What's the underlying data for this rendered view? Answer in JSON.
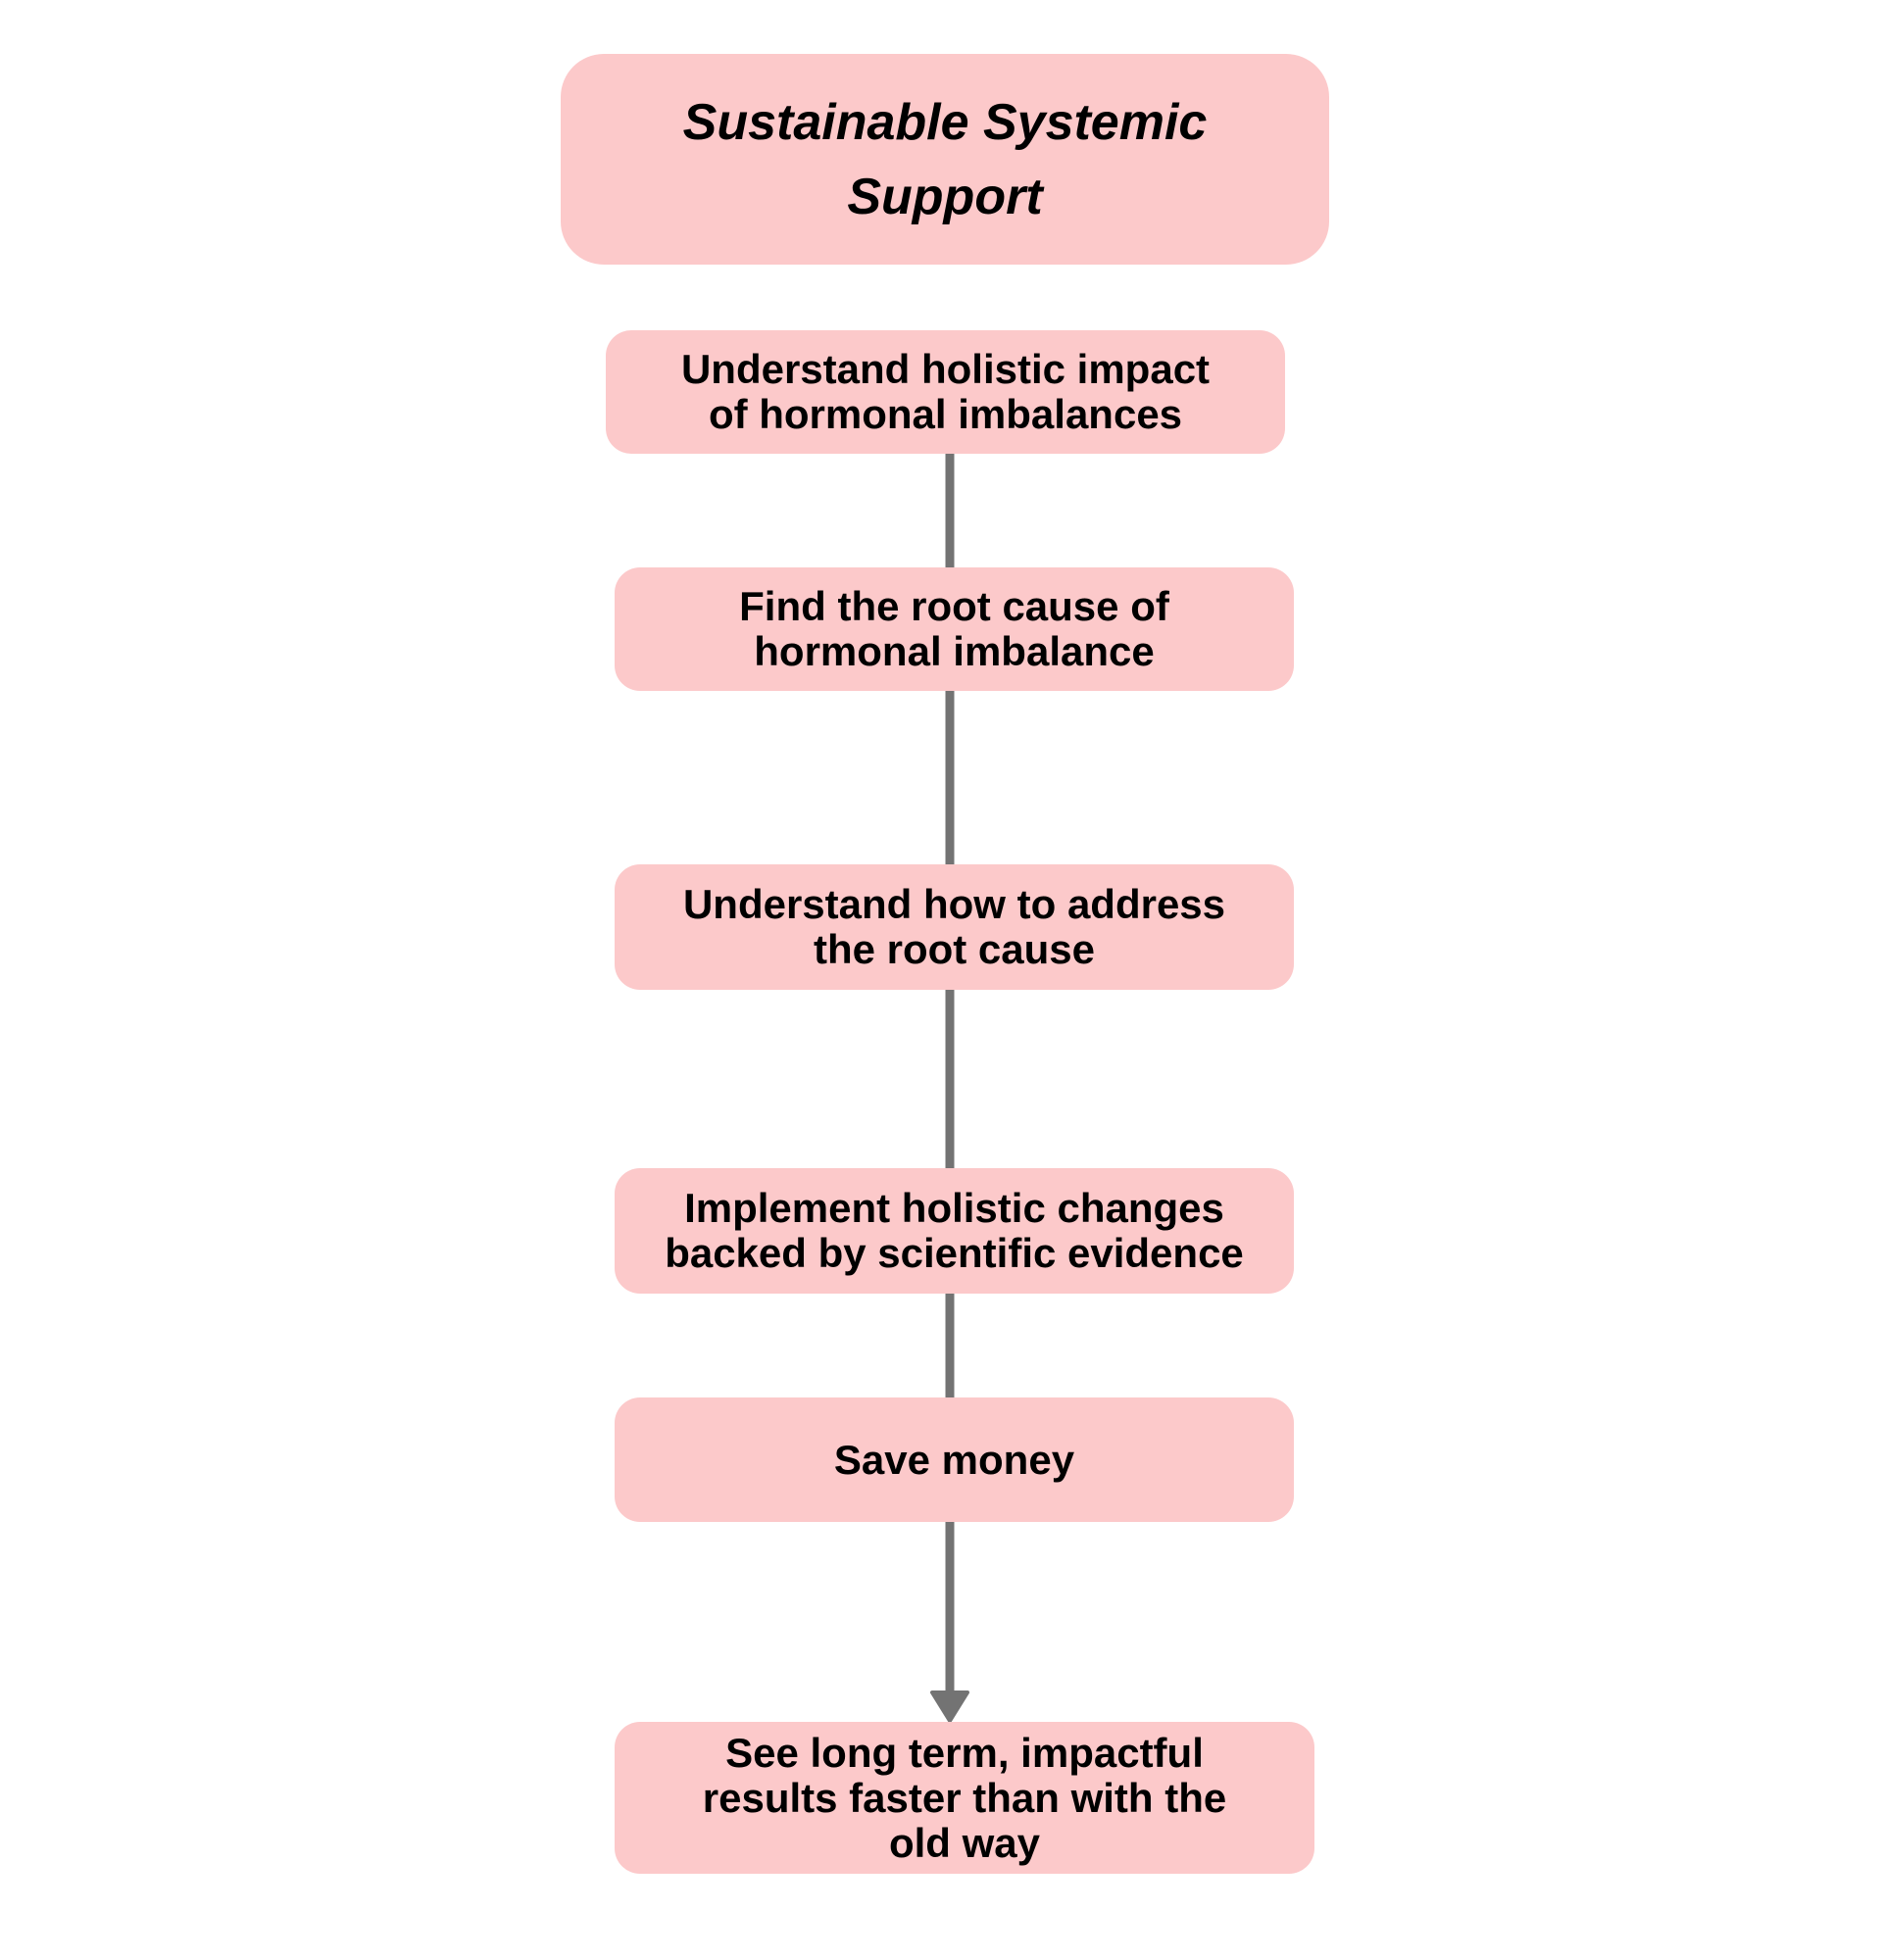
{
  "title": "Sustainable Systemic\nSupport",
  "steps": [
    "Understand holistic impact\nof hormonal imbalances",
    "Find the root cause of\nhormonal imbalance",
    "Understand how to address\nthe root cause",
    "Implement holistic changes\nbacked by scientific evidence",
    "Save money",
    "See long term, impactful\nresults faster than with the\nold way"
  ],
  "colors": {
    "box": "#fcc9ca",
    "connector": "#737373"
  }
}
